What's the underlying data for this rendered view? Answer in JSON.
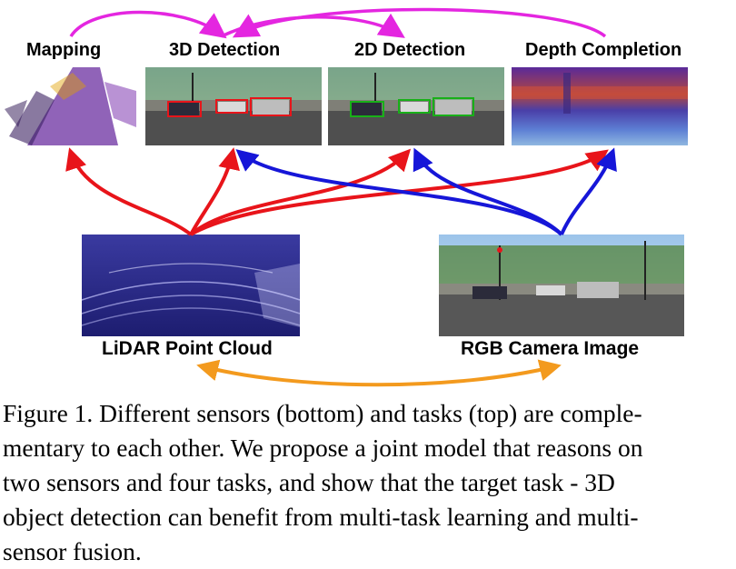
{
  "tasks": {
    "mapping": "Mapping",
    "detection_3d": "3D Detection",
    "detection_2d": "2D Detection",
    "depth_completion": "Depth Completion"
  },
  "sensors": {
    "lidar": "LiDAR Point Cloud",
    "camera": "RGB Camera Image"
  },
  "colors": {
    "lidar_arrows": "#e8141a",
    "camera_arrows": "#1616d8",
    "task_links": "#e426e0",
    "sensor_link": "#f39a1e"
  },
  "caption": {
    "lines": [
      "Figure 1. Different sensors (bottom) and tasks (top) are comple-",
      "mentary to each other. We propose a joint model that reasons on",
      "two sensors and four tasks, and show that the target task - 3D",
      "object detection can benefit from multi-task learning and multi-",
      "sensor fusion."
    ]
  }
}
